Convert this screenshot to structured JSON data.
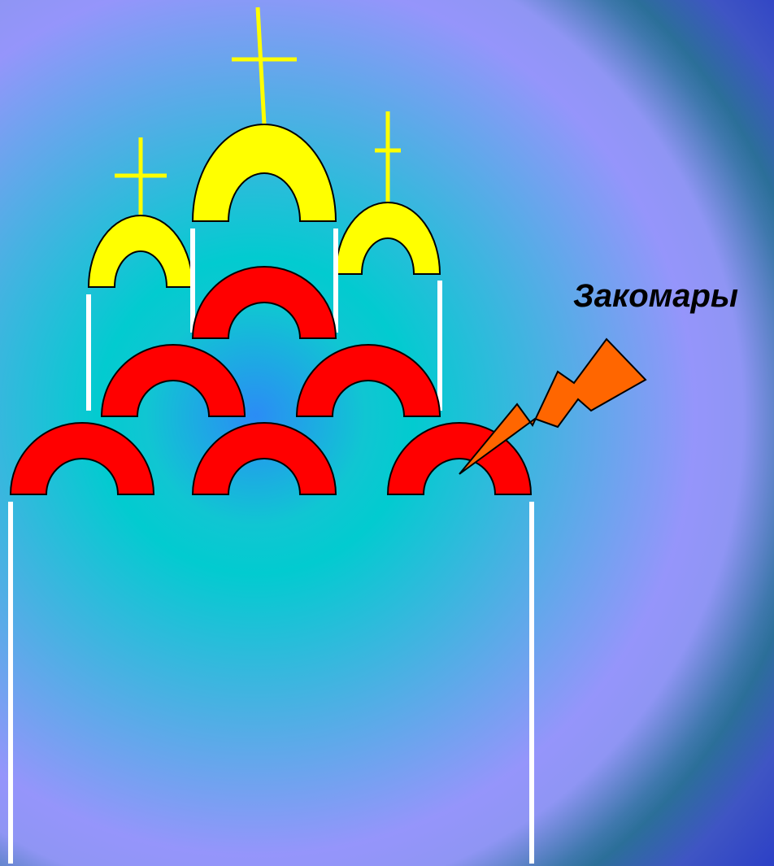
{
  "annotation": {
    "label": "Закомары"
  },
  "colors": {
    "dome": "#ffff00",
    "zakomara": "#ff0000",
    "cross": "#ffff00",
    "wall_line": "#ffffff",
    "pointer": "#ff6600",
    "outline": "#000000"
  },
  "parts": {
    "domes": 3,
    "crosses": 3,
    "zakomary": 6
  }
}
